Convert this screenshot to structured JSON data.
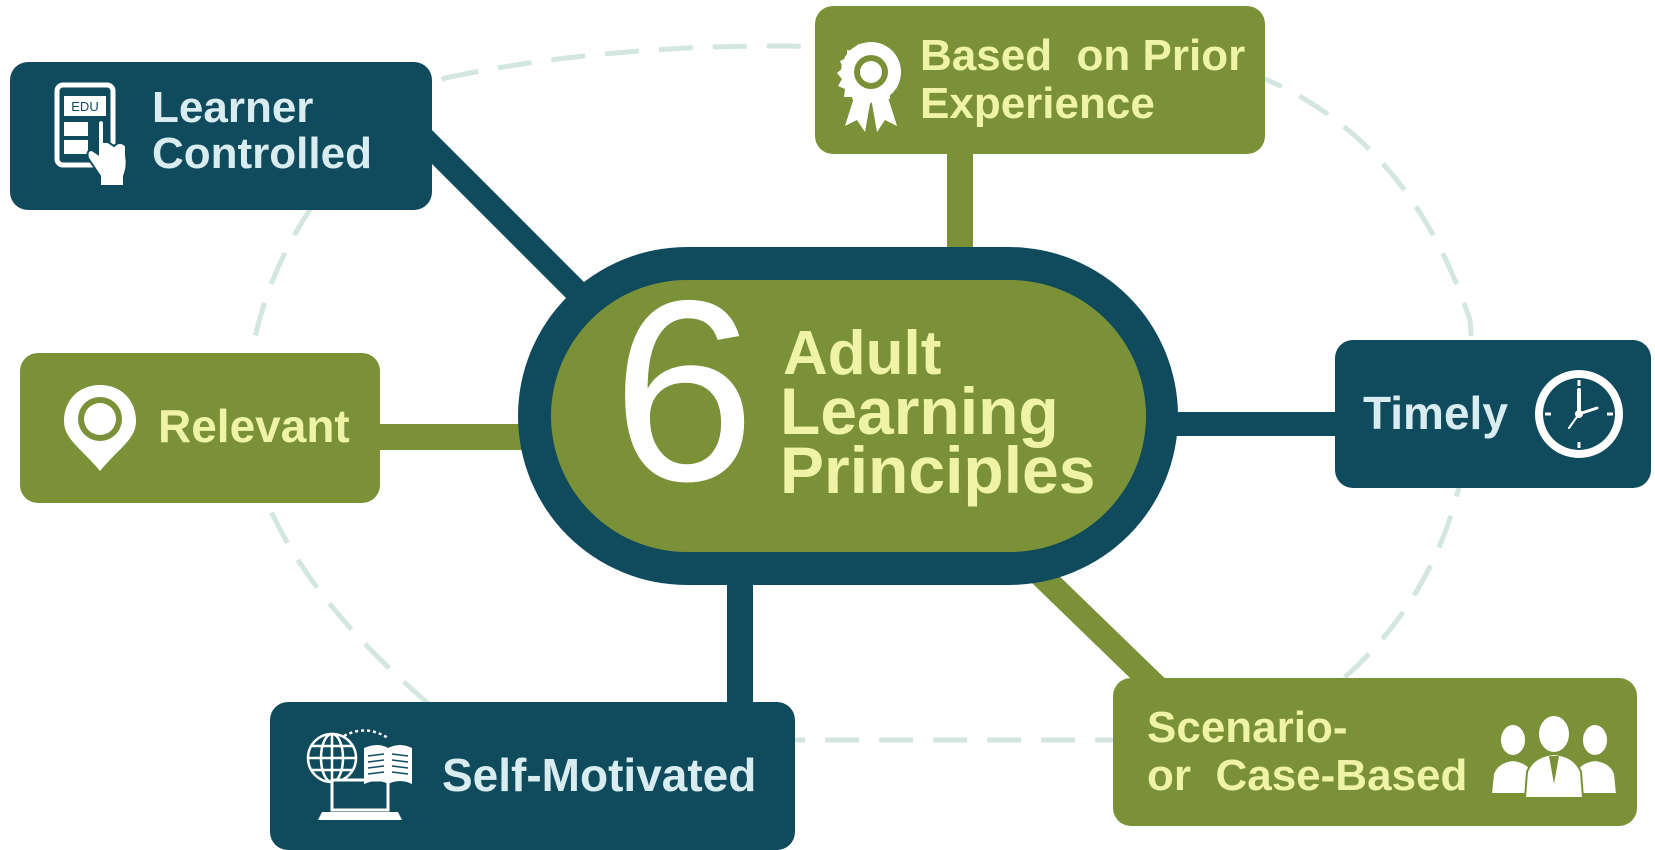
{
  "center": {
    "number": "6",
    "line1": "Adult",
    "line2": "Learning",
    "line3": "Principles"
  },
  "nodes": {
    "learner_controlled": {
      "line1": "Learner",
      "line2": "Controlled",
      "icon": "edu-tablet-touch-icon"
    },
    "prior_experience": {
      "line1": "Based  on Prior",
      "line2": "Experience",
      "icon": "award-ribbon-icon"
    },
    "relevant": {
      "label": "Relevant",
      "icon": "location-pin-icon"
    },
    "timely": {
      "label": "Timely",
      "icon": "clock-icon"
    },
    "self_motivated": {
      "label": "Self-Motivated",
      "icon": "globe-book-laptop-icon"
    },
    "scenario": {
      "line1": "Scenario-",
      "line2": "or  Case-Based",
      "icon": "people-group-icon"
    }
  },
  "colors": {
    "teal": "#0f4b5d",
    "olive": "#7a9138",
    "light_yellow": "#eef3a6",
    "light_teal": "#d9ecef",
    "dashed_ring": "#d3e6e2"
  }
}
